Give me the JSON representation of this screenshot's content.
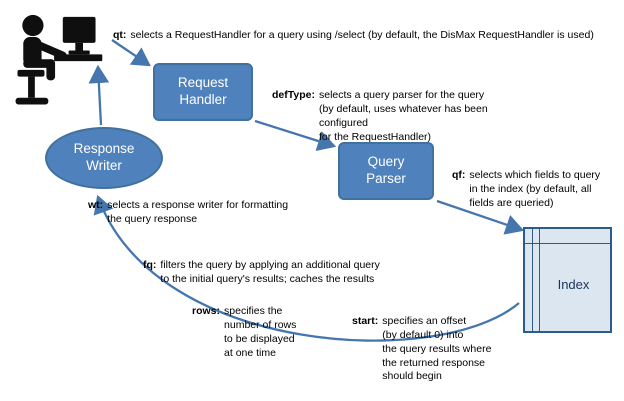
{
  "nodes": {
    "request_handler": {
      "label": "Request Handler"
    },
    "query_parser": {
      "label": "Query Parser"
    },
    "response_writer": {
      "label": "Response Writer"
    },
    "index": {
      "label": "Index"
    }
  },
  "annotations": {
    "qt": {
      "keyword": "qt:",
      "text": "selects a RequestHandler for a query using /select (by default, the DisMax RequestHandler is used)"
    },
    "deftype": {
      "keyword": "defType:",
      "text": "selects a query parser for the query\n(by default, uses whatever has been configured\nfor the RequestHandler)"
    },
    "qf": {
      "keyword": "qf:",
      "text": "selects which fields to query\nin the index (by default, all\nfields are queried)"
    },
    "wt": {
      "keyword": "wt:",
      "text": "selects a response writer for formatting\nthe query response"
    },
    "fq": {
      "keyword": "fq:",
      "text": "filters the query by applying an additional query\nto the initial query's results; caches the results"
    },
    "rows": {
      "keyword": "rows:",
      "text": "specifies the\nnumber of rows\nto be displayed\nat one time"
    },
    "start": {
      "keyword": "start:",
      "text": "specifies an offset\n(by default 0) into\nthe query results where\nthe returned response\nshould begin"
    }
  },
  "colors": {
    "node_fill": "#4f81bd",
    "node_border": "#41719c",
    "index_fill": "#dce6f1",
    "index_border": "#2e5c8a",
    "arrow": "#4576ad",
    "text": "#000000",
    "node_text": "#ffffff"
  }
}
